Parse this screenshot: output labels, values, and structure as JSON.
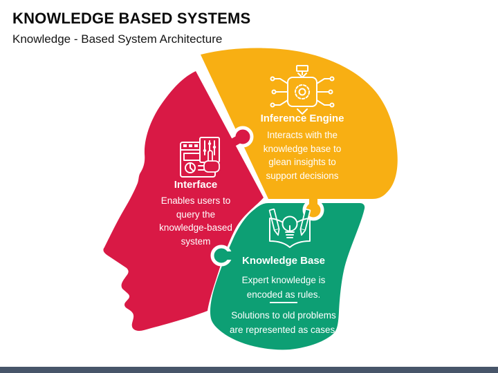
{
  "slide": {
    "title": "KNOWLEDGE BASED SYSTEMS",
    "subtitle": "Knowledge - Based System Architecture"
  },
  "pieces": {
    "interface": {
      "title": "Interface",
      "body_lines": [
        "Enables users to",
        "query the",
        "knowledge-based",
        "system"
      ],
      "color": "#D91945",
      "icon": "dashboard-touch-icon"
    },
    "inference_engine": {
      "title": "Inference Engine",
      "body_lines": [
        "Interacts with the",
        "knowledge base to",
        "glean insights to",
        "support decisions"
      ],
      "color": "#F8AF13",
      "icon": "ai-chip-gear-icon"
    },
    "knowledge_base": {
      "title": "Knowledge Base",
      "body_top_lines": [
        "Expert knowledge is",
        "encoded as rules."
      ],
      "body_bottom_lines": [
        "Solutions to old problems",
        "are represented as cases."
      ],
      "color": "#0D9F74",
      "icon": "open-book-bulb-icon"
    }
  },
  "footer": {
    "bar_color": "#475569"
  }
}
